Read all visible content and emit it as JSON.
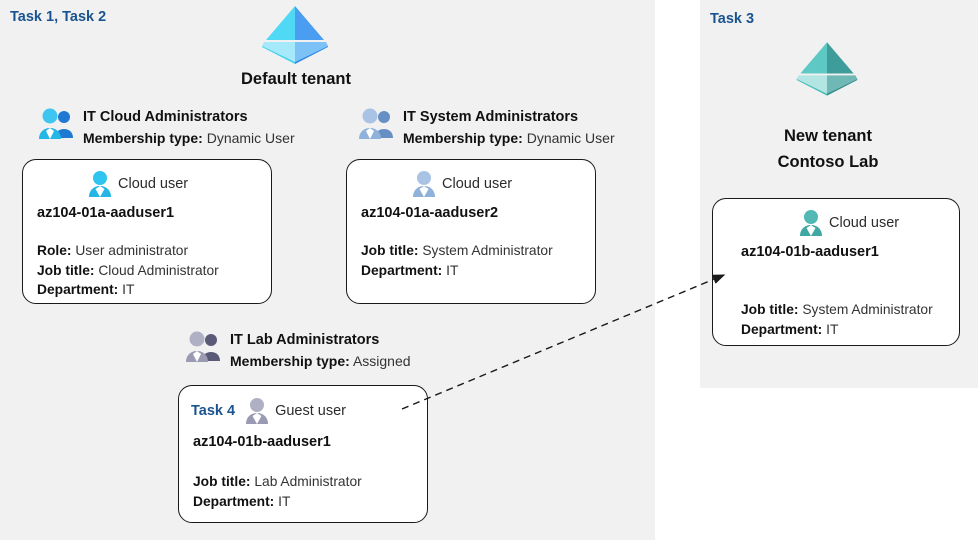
{
  "panels": {
    "left": {
      "task_label": "Task 1, Task 2"
    },
    "right": {
      "task_label": "Task 3"
    }
  },
  "tenants": {
    "default": {
      "name": "Default tenant",
      "icon": "azure-ad-pyramid-icon",
      "color": "#32bdef"
    },
    "new": {
      "name_line1": "New  tenant",
      "name_line2": "Contoso Lab",
      "icon": "azure-ad-pyramid-icon",
      "color": "#3aa6a0"
    }
  },
  "groups": [
    {
      "icon": "user-group-icon",
      "title": "IT Cloud Administrators",
      "membership_label": "Membership type:",
      "membership_value": "Dynamic User",
      "card": {
        "user_type": "Cloud user",
        "user_icon": "cloud-user-icon",
        "username": "az104-01a-aaduser1",
        "attrs": [
          {
            "label": "Role:",
            "value": "User administrator"
          },
          {
            "label": "Job title:",
            "value": "Cloud Administrator"
          },
          {
            "label": "Department:",
            "value": "IT"
          }
        ]
      }
    },
    {
      "icon": "user-group-icon",
      "title": "IT System Administrators",
      "membership_label": "Membership type:",
      "membership_value": "Dynamic User",
      "card": {
        "user_type": "Cloud user",
        "user_icon": "cloud-user-icon",
        "username": "az104-01a-aaduser2",
        "attrs": [
          {
            "label": "Job title:",
            "value": "System Administrator"
          },
          {
            "label": "Department:",
            "value": "IT"
          }
        ]
      }
    },
    {
      "icon": "user-group-icon",
      "title": "IT Lab Administrators",
      "membership_label": "Membership type:",
      "membership_value": "Assigned",
      "card": {
        "task_tag": "Task 4",
        "user_type": "Guest user",
        "user_icon": "guest-user-icon",
        "username": "az104-01b-aaduser1",
        "attrs": [
          {
            "label": "Job title:",
            "value": "Lab Administrator"
          },
          {
            "label": "Department:",
            "value": "IT"
          }
        ]
      }
    }
  ],
  "new_tenant_card": {
    "user_type": "Cloud user",
    "user_icon": "cloud-user-icon",
    "username": "az104-01b-aaduser1",
    "attrs": [
      {
        "label": "Job title:",
        "value": "System Administrator"
      },
      {
        "label": "Department:",
        "value": "IT"
      }
    ]
  },
  "connector": {
    "name": "guest-invite-arrow",
    "style": "dashed-arrow"
  }
}
